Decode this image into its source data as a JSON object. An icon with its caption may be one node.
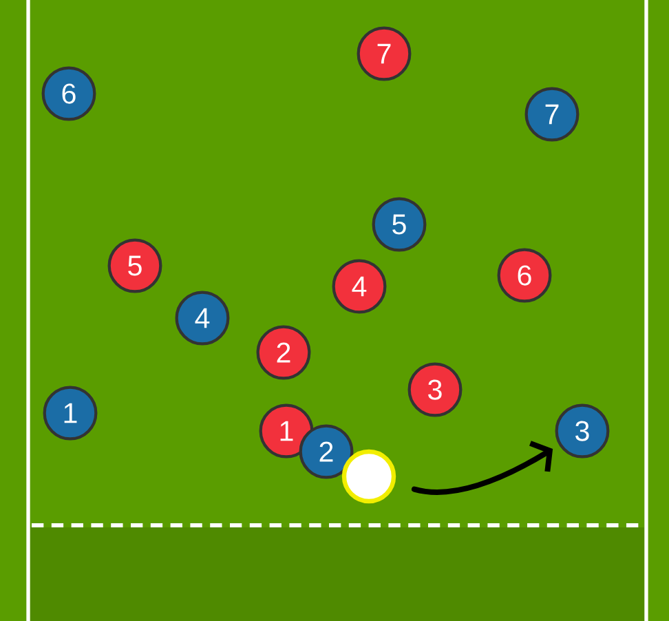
{
  "diagram": {
    "nodes": [
      {
        "text": [
          "7"
        ]
      },
      {
        "text": [
          "6"
        ]
      },
      {
        "text": [
          "7"
        ]
      },
      {
        "text": [
          "5"
        ]
      },
      {
        "text": [
          "5"
        ]
      },
      {
        "text": [
          "6"
        ]
      },
      {
        "text": [
          "4"
        ]
      },
      {
        "text": [
          "4"
        ]
      },
      {
        "text": [
          "2"
        ]
      },
      {
        "text": [
          "3"
        ]
      },
      {
        "text": [
          "1"
        ]
      },
      {
        "text": [
          "3"
        ]
      },
      {
        "text": [
          "1"
        ]
      },
      {
        "text": [
          "2"
        ]
      },
      {
        "text": [],
        "shape": "circle"
      }
    ],
    "edges": [
      {
        "from": 14,
        "to": 11,
        "arrow": "to"
      }
    ]
  }
}
